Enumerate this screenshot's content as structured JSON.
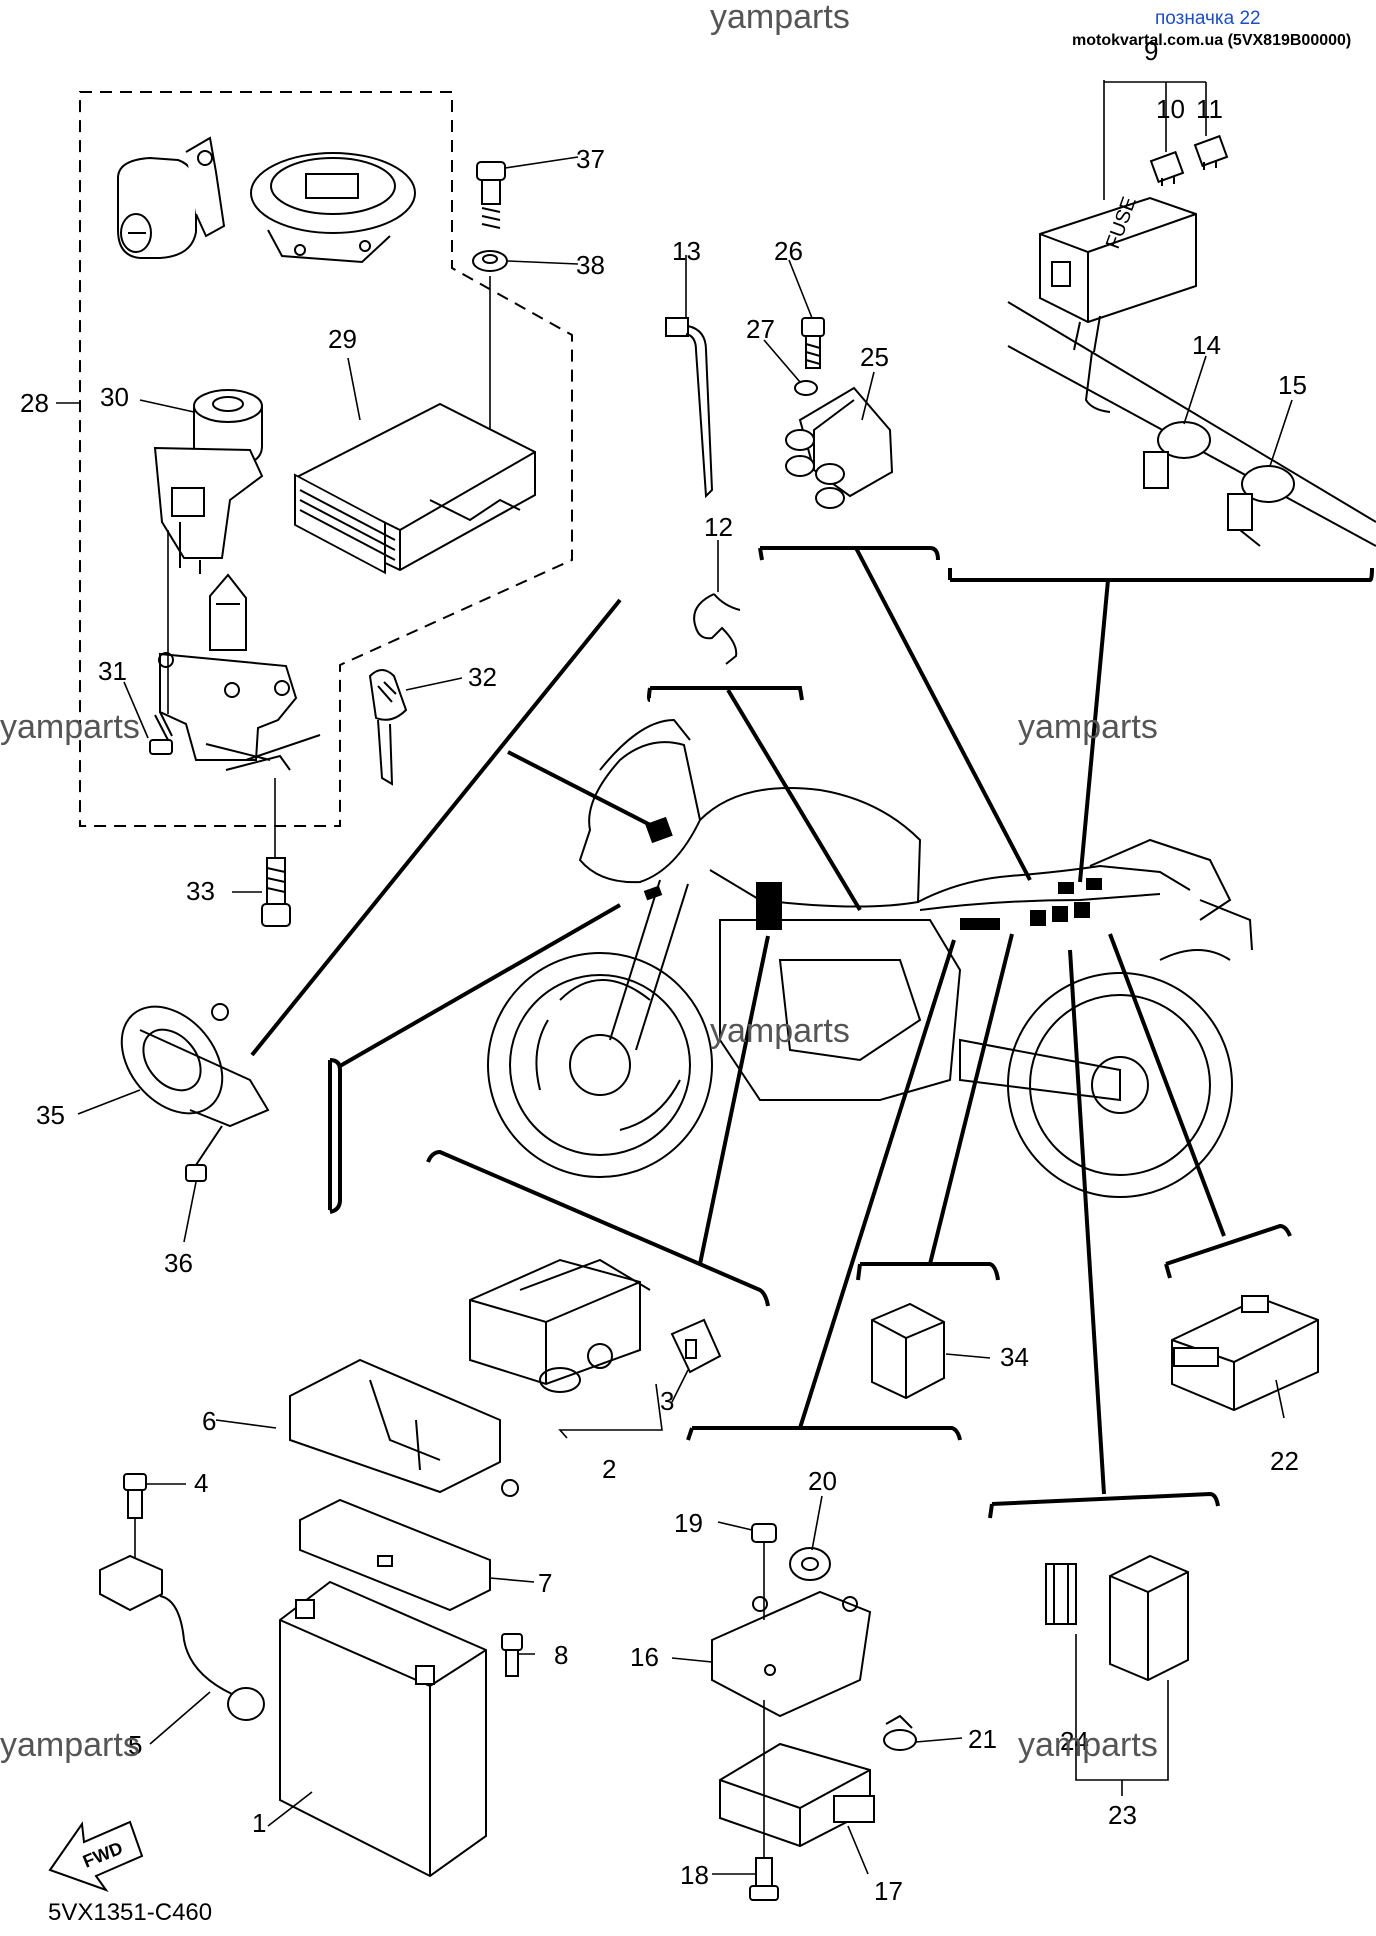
{
  "header": {
    "watermark_top": "yamparts",
    "label_ref": "позначка 22",
    "site_ref": "motokvartal.com.ua (5VX819B00000)"
  },
  "watermarks": [
    "yamparts",
    "yamparts",
    "yamparts",
    "yamparts",
    "yamparts",
    "yamparts"
  ],
  "callouts": [
    "1",
    "2",
    "3",
    "4",
    "5",
    "6",
    "7",
    "8",
    "9",
    "10",
    "11",
    "12",
    "13",
    "14",
    "15",
    "16",
    "17",
    "18",
    "19",
    "20",
    "21",
    "22",
    "23",
    "24",
    "25",
    "26",
    "27",
    "28",
    "29",
    "30",
    "31",
    "32",
    "33",
    "34",
    "35",
    "36",
    "37",
    "38"
  ],
  "fwd_label": "FWD",
  "diagram_code": "5VX1351-C460"
}
